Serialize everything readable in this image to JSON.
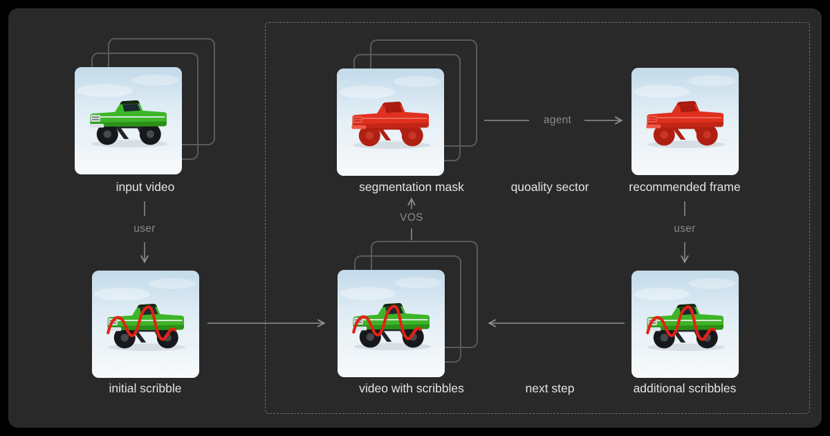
{
  "diagram": {
    "nodes": {
      "input_video": {
        "label": "input video"
      },
      "initial_scribble": {
        "label": "initial scribble"
      },
      "segmentation_mask": {
        "label": "segmentation mask"
      },
      "recommended_frame": {
        "label": "recommended frame"
      },
      "video_with_scribbles": {
        "label": "video with scribbles"
      },
      "additional_scribbles": {
        "label": "additional scribbles"
      }
    },
    "captions": {
      "quality_selector": {
        "label": "quoality sector"
      },
      "next_step": {
        "label": "next step"
      }
    },
    "edges": {
      "user_left": {
        "label": "user"
      },
      "vos": {
        "label": "VOS"
      },
      "agent": {
        "label": "agent"
      },
      "user_right": {
        "label": "user"
      }
    },
    "colors": {
      "panel_background": "#292929",
      "outer_background": "#000000",
      "node_label_text": "#e4e4e4",
      "edge_label_text": "#8a8a8a",
      "edge_line": "#8f8f8f",
      "frame_outline": "#5a5a5a",
      "dashed_boundary": "#707070",
      "truck_green": "#3eb528",
      "mask_red": "#e03020",
      "scribble_red": "#e32214"
    }
  }
}
